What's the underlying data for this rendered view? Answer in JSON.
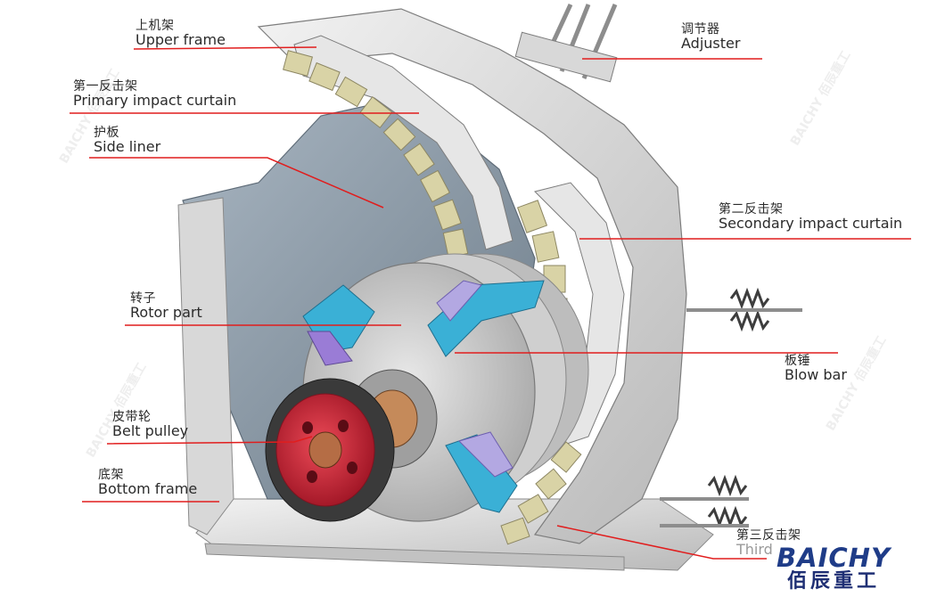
{
  "colors": {
    "leader": "#e11d1d",
    "frame": "#dcdcdc",
    "liner": "#8fa0b0",
    "rotor": "#c9c9c9",
    "blow_bar": "#3ab0d6",
    "pulley": "#d72b3a",
    "impact_block": "#d9d3a6",
    "brand": "#1f3c88"
  },
  "labels": {
    "upper_frame": {
      "cn": "上机架",
      "en": "Upper frame"
    },
    "primary_curtain": {
      "cn": "第一反击架",
      "en": "Primary impact curtain"
    },
    "side_liner": {
      "cn": "护板",
      "en": "Side liner"
    },
    "rotor": {
      "cn": "转子",
      "en": "Rotor part"
    },
    "belt_pulley": {
      "cn": "皮带轮",
      "en": "Belt pulley"
    },
    "bottom_frame": {
      "cn": "底架",
      "en": "Bottom frame"
    },
    "adjuster": {
      "cn": "调节器",
      "en": "Adjuster"
    },
    "secondary_curtain": {
      "cn": "第二反击架",
      "en": "Secondary impact curtain"
    },
    "blow_bar": {
      "cn": "板锤",
      "en": "Blow bar"
    },
    "third_curtain": {
      "cn": "第三反击架",
      "en": "Third"
    }
  },
  "brand": {
    "latin": "BAICHY",
    "cjk": "佰辰重工"
  },
  "watermark": "BAICHY 佰辰重工"
}
